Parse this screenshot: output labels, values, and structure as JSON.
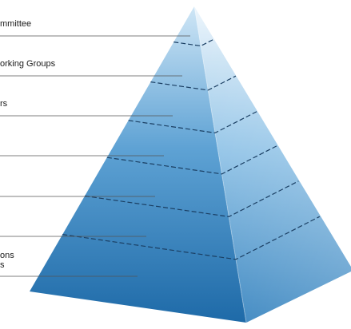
{
  "diagram": {
    "type": "pyramid",
    "tiers": [
      {
        "label": "mmittee"
      },
      {
        "label": "orking Groups"
      },
      {
        "label": "rs"
      },
      {
        "label": ""
      },
      {
        "label": ""
      },
      {
        "label": ""
      },
      {
        "label": "ons",
        "label2": "s"
      }
    ],
    "colors": {
      "left_face_top": "#cfe6f6",
      "left_face_mid": "#5ea2d4",
      "left_face_bottom": "#1e6aa8",
      "right_face_top": "#e8f3fb",
      "right_face_mid": "#8ec1e6",
      "right_face_bottom": "#3b86c0",
      "leader_line": "#555555",
      "tier_divider": "#1b3f63"
    }
  }
}
